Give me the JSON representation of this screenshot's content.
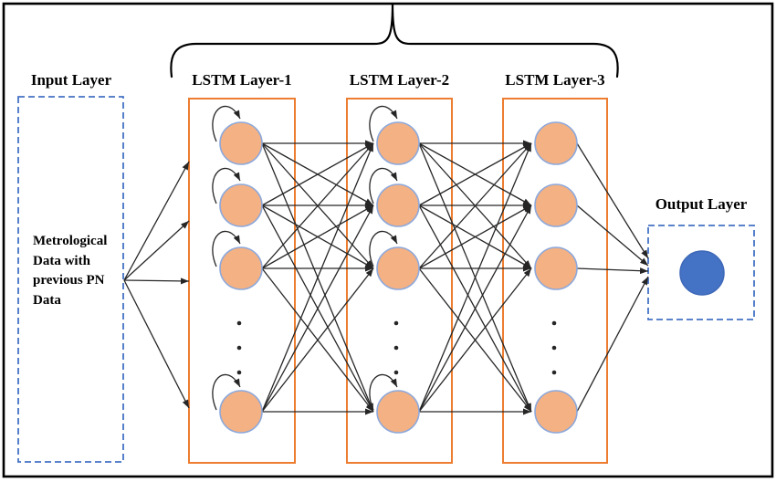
{
  "labels": {
    "input_title": "Input Layer",
    "output_title": "Output Layer",
    "input_lines": [
      "Metrological",
      "Data with",
      "previous PN",
      "Data"
    ]
  },
  "layers": [
    {
      "name": "LSTM Layer-1",
      "self_loops": true
    },
    {
      "name": "LSTM Layer-2",
      "self_loops": true
    },
    {
      "name": "LSTM Layer-3",
      "self_loops": false
    }
  ],
  "structure": {
    "visible_nodes_per_lstm_layer": 4,
    "ellipsis_dots_per_layer": 3,
    "lstm_connections": "fully-connected between consecutive LSTM layers",
    "input_arrows": 4,
    "output_nodes": 1,
    "brace_groups": "LSTM Layer-1, LSTM Layer-2, LSTM Layer-3"
  },
  "colors": {
    "orange_box": "#ED7D31",
    "node_fill": "#F4B183",
    "node_stroke": "#8EA9DB",
    "output_node_fill": "#4472C4",
    "output_node_stroke": "#3E68B8",
    "dashed_box": "#4472C4",
    "arrow": "#262626",
    "border": "#000000"
  }
}
